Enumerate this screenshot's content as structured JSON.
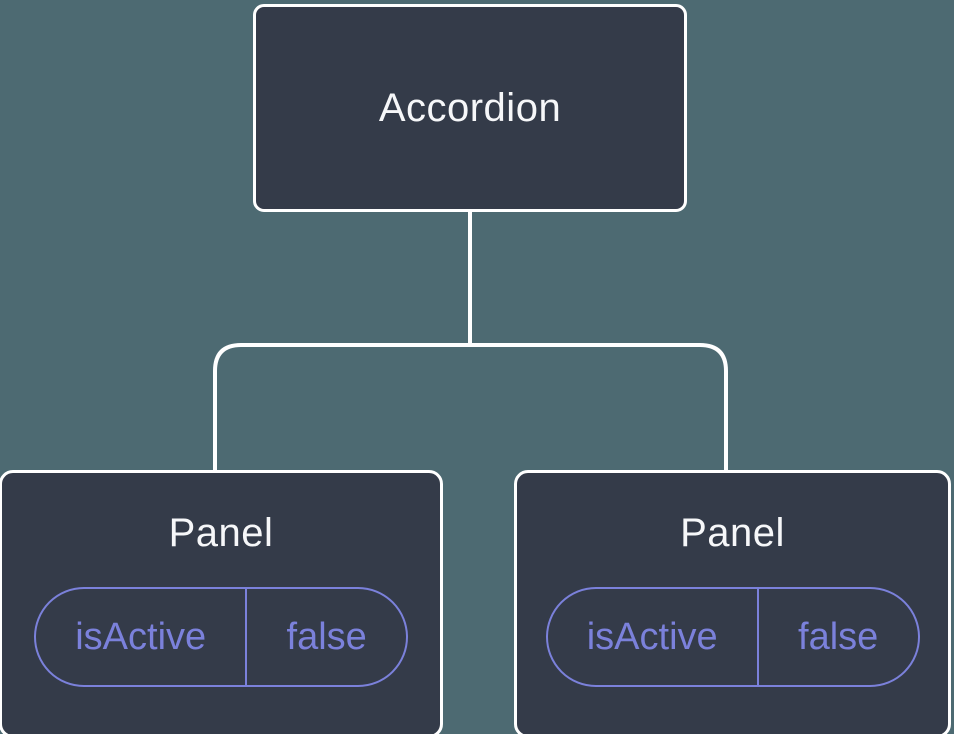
{
  "diagram": {
    "type": "component-tree",
    "root": {
      "label": "Accordion"
    },
    "children": [
      {
        "label": "Panel",
        "state": {
          "name": "isActive",
          "value": "false"
        }
      },
      {
        "label": "Panel",
        "state": {
          "name": "isActive",
          "value": "false"
        }
      }
    ]
  },
  "theme": {
    "background": "#4D6A72",
    "node_fill": "#343B49",
    "node_border": "#FFFFFF",
    "node_text": "#F6F7F9",
    "state_accent": "#7B81DB",
    "connector": "#FFFFFF"
  }
}
